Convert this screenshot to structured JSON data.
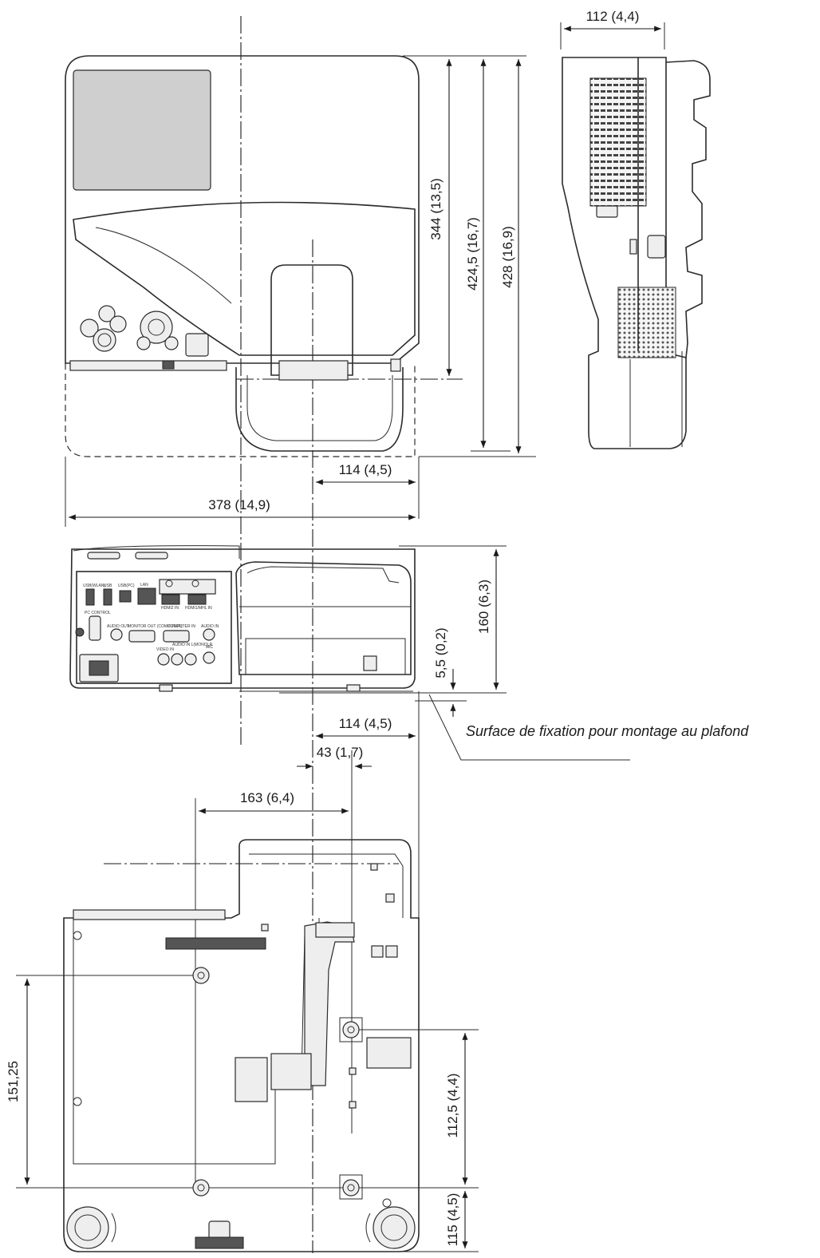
{
  "dimensions": {
    "side_width": "112 (4,4)",
    "top_depth_344": "344 (13,5)",
    "top_depth_424": "424,5 (16,7)",
    "top_depth_428": "428 (16,9)",
    "lens_offset_top": "114 (4,5)",
    "overall_width": "378 (14,9)",
    "rear_height": "160 (6,3)",
    "foot_height": "5,5 (0,2)",
    "lens_offset_bottom": "114 (4,5)",
    "offset_43": "43 (1,7)",
    "offset_163": "163 (6,4)",
    "hole_spacing_left": "151,25",
    "hole_spacing_right": "112,5 (4,4)",
    "rear_to_hole": "115 (4,5)"
  },
  "annotation": {
    "mount_surface": "Surface de fixation pour montage au plafond"
  },
  "panel_labels": {
    "usb_wlan": "USB(WLAN)",
    "usb": "USB",
    "usb_pc": "USB(PC)",
    "lan": "LAN",
    "hdmi2": "HDMI2 IN",
    "hdmi1": "HDMI1/MHL IN",
    "pc_control": "PC CONTROL",
    "audio_out": "AUDIO OUT",
    "monitor_out": "MONITOR OUT (COMPUTER)",
    "computer_in": "COMPUTER IN",
    "audio_in": "AUDIO IN",
    "video_in": "VIDEO IN",
    "audio_in_lr": "AUDIO IN L(MONO)  R",
    "mic": "MIC"
  }
}
